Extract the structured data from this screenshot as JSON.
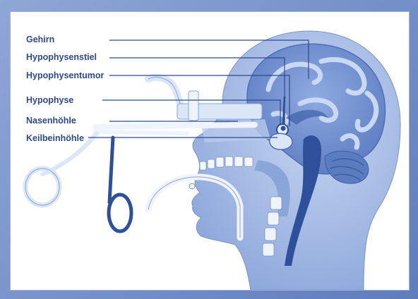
{
  "diagram": {
    "labels": {
      "gehirn": "Gehirn",
      "hypophysenstiel": "Hypophysenstiel",
      "hypophysentumor": "Hypophysentumor",
      "hypophyse": "Hypophyse",
      "nasenhoehle": "Nasenhöhle",
      "keilbeinhoehle": "Keilbeinhöhle"
    },
    "colors": {
      "frame": "#6f8ccb",
      "label_text": "#2c4a8c",
      "head": "#a9bfe6",
      "brain": "#7d9bd6",
      "dark": "#2e4f99",
      "instrument": "#dbe6f7"
    }
  }
}
